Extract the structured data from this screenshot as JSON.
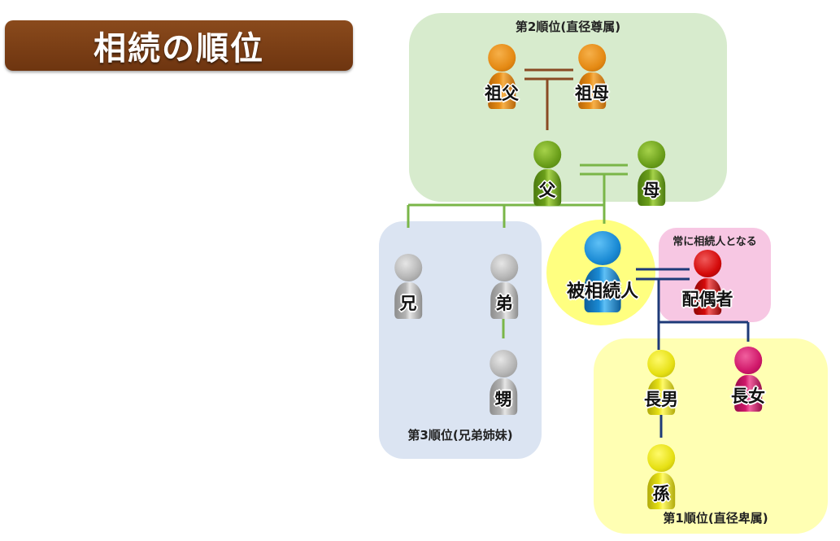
{
  "title": "相続の順位",
  "groups": {
    "ascendant": "第2順位(直径尊属)",
    "sibling": "第3順位(兄弟姉妹)",
    "descendant": "第1順位(直径卑属)",
    "spouse_note": "常に相続人となる"
  },
  "people": {
    "grandfather": "祖父",
    "grandmother": "祖母",
    "father": "父",
    "mother": "母",
    "elder_brother": "兄",
    "younger_brother": "弟",
    "nephew": "甥",
    "deceased": "被相続人",
    "spouse": "配偶者",
    "eldest_son": "長男",
    "eldest_daughter": "長女",
    "grandchild": "孫"
  },
  "colors": {
    "title_bg": "#7a3e14",
    "grandparent": "#e58a14",
    "parent": "#6a9e1a",
    "sibling": "#b4b4b4",
    "deceased": "#1a8ad4",
    "spouse": "#d40a0a",
    "son": "#e6e014",
    "daughter": "#d0186a",
    "line_brown": "#8a4a24",
    "line_green": "#7ab648",
    "line_navy": "#1e3a78"
  }
}
